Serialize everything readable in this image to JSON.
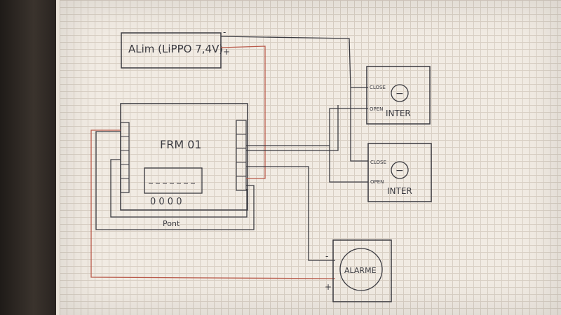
{
  "colors": {
    "paper": "#f1ebe3",
    "grid": "#d8cfc4",
    "ink_black": "#3a3a40",
    "ink_red": "#b85a4a"
  },
  "battery": {
    "label": "ALim (LiPPO 7,4V)",
    "minus": "-",
    "plus": "+"
  },
  "board": {
    "label": "FRM 01",
    "leds": "0 0 0 0"
  },
  "bridge_label": "Pont",
  "switch1": {
    "close": "CLOSE",
    "open": "OPEN",
    "label": "INTER",
    "symbol": "−"
  },
  "switch2": {
    "close": "CLOSE",
    "open": "OPEN",
    "label": "INTER",
    "symbol": "−"
  },
  "alarm": {
    "label": "ALARME",
    "minus": "-",
    "plus": "+"
  }
}
